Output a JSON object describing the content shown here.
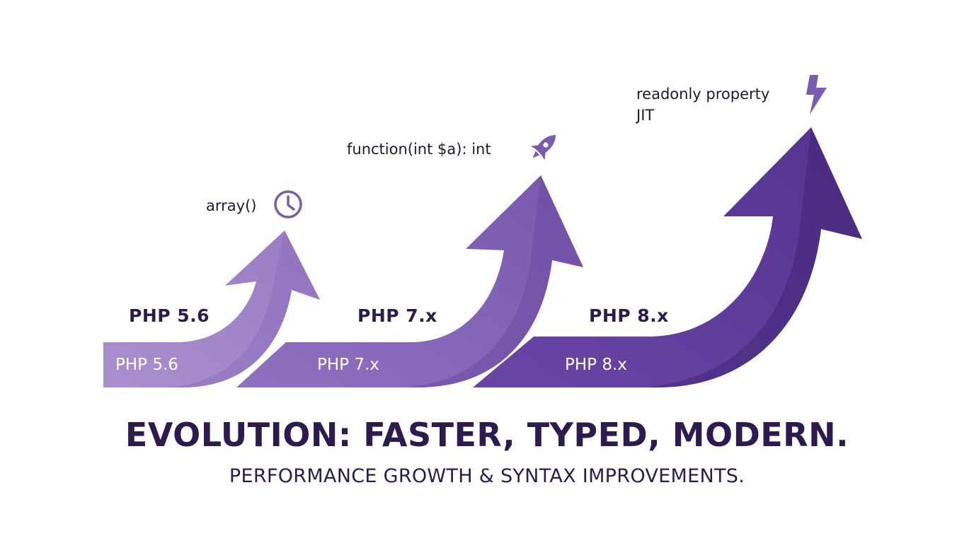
{
  "colors": {
    "dark_text": "#2d1a4f",
    "arrow_1": "#a389c9",
    "arrow_2": "#8463b5",
    "arrow_3": "#5e3a98",
    "icon": "#7a5cae"
  },
  "stages": [
    {
      "heading": "PHP 5.6",
      "bar_label": "PHP 5.6",
      "code": [
        "array()"
      ],
      "icon": "clock-icon"
    },
    {
      "heading": "PHP 7.x",
      "bar_label": "PHP 7.x",
      "code": [
        "function(int $a): int"
      ],
      "icon": "rocket-icon"
    },
    {
      "heading": "PHP 8.x",
      "bar_label": "PHP 8.x",
      "code": [
        "readonly property",
        "JIT"
      ],
      "icon": "lightning-icon"
    }
  ],
  "headline": "EVOLUTION: FASTER, TYPED, MODERN.",
  "subline": "PERFORMANCE GROWTH & SYNTAX IMPROVEMENTS."
}
